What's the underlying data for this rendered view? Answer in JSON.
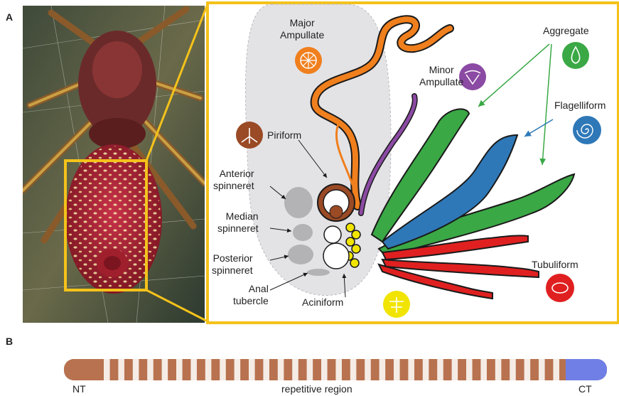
{
  "panels": {
    "a": "A",
    "b": "B"
  },
  "glands": {
    "major_ampullate": {
      "line1": "Major",
      "line2": "Ampullate",
      "color": "#f07f1d"
    },
    "minor_ampullate": {
      "line1": "Minor",
      "line2": "Ampullate",
      "color": "#8b4aa3"
    },
    "aggregate": {
      "label": "Aggregate",
      "color": "#3aa845"
    },
    "flagelliform": {
      "label": "Flagelliform",
      "color": "#2e78b8"
    },
    "piriform": {
      "label": "Piriform",
      "color": "#9a4a25"
    },
    "tubuliform": {
      "label": "Tubuliform",
      "color": "#e02020"
    },
    "aciniform": {
      "label": "Aciniform",
      "color": "#f0e400"
    }
  },
  "anatomy": {
    "anterior": {
      "line1": "Anterior",
      "line2": "spinneret"
    },
    "median": {
      "line1": "Median",
      "line2": "spinneret"
    },
    "posterior": {
      "line1": "Posterior",
      "line2": "spinneret"
    },
    "anal": {
      "line1": "Anal",
      "line2": "tubercle"
    }
  },
  "spidroin": {
    "nt_label": "NT",
    "repetitive_label": "repetitive region",
    "ct_label": "CT",
    "nt_color": "#b8724f",
    "ct_color": "#6f7fe6",
    "repeat_color": "#b8724f"
  },
  "colors": {
    "frame": "#f4c21a",
    "body_region": "#e3e3e6"
  }
}
